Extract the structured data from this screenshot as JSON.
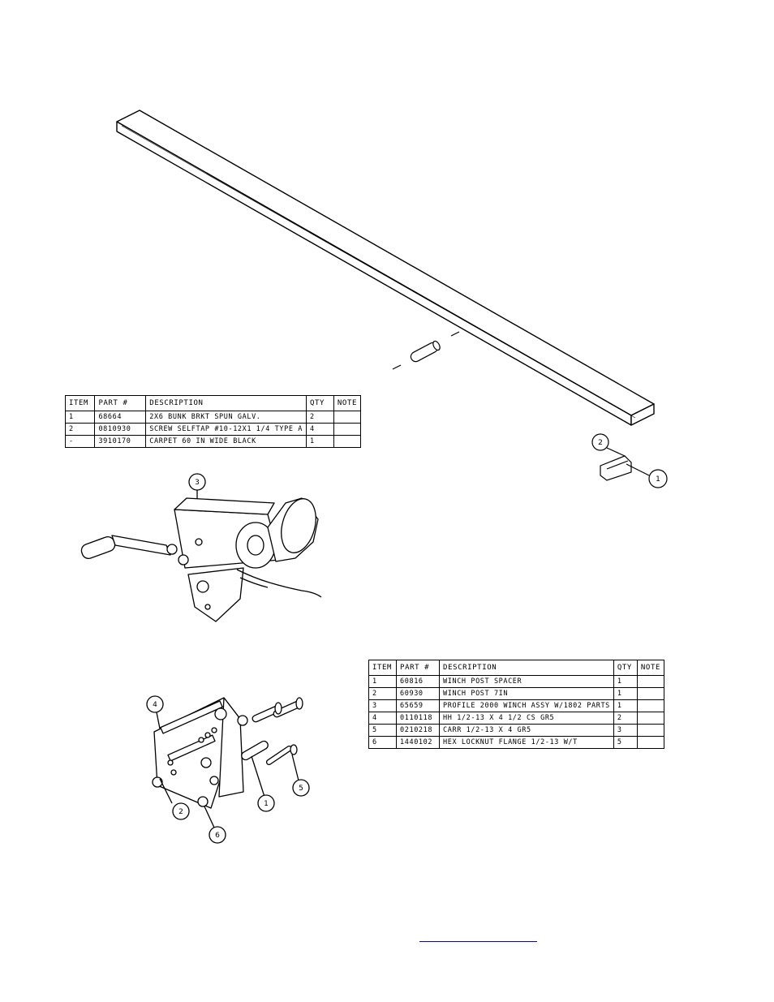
{
  "bom_top": {
    "headers": [
      "ITEM",
      "PART #",
      "DESCRIPTION",
      "QTY",
      "NOTE"
    ],
    "rows": [
      [
        "1",
        "68664",
        "2X6 BUNK BRKT SPUN GALV.",
        "2",
        ""
      ],
      [
        "2",
        "0810930",
        "SCREW SELFTAP #10-12X1 1/4 TYPE A",
        "4",
        ""
      ],
      [
        "-",
        "3910170",
        "CARPET 60 IN WIDE BLACK",
        "1",
        ""
      ]
    ]
  },
  "bom_bottom": {
    "headers": [
      "ITEM",
      "PART #",
      "DESCRIPTION",
      "QTY",
      "NOTE"
    ],
    "rows": [
      [
        "1",
        "60816",
        "WINCH POST SPACER",
        "1",
        ""
      ],
      [
        "2",
        "60930",
        "WINCH POST   7IN",
        "1",
        ""
      ],
      [
        "3",
        "65659",
        "PROFILE 2000 WINCH ASSY W/1802 PARTS",
        "1",
        ""
      ],
      [
        "4",
        "0110118",
        "HH 1/2-13 X 4 1/2 CS GR5",
        "2",
        ""
      ],
      [
        "5",
        "0210218",
        "CARR 1/2-13 X 4 GR5",
        "3",
        ""
      ],
      [
        "6",
        "1440102",
        "HEX LOCKNUT FLANGE 1/2-13 W/T",
        "5",
        ""
      ]
    ]
  },
  "callouts": {
    "bunk_bracket_screw": "2",
    "bunk_bracket": "1",
    "winch_assy": "3",
    "bolt_hh": "4",
    "winch_post": "2",
    "locknut": "6",
    "spacer": "1",
    "carriage_bolt": "5"
  },
  "colors": {
    "link": "#0000ee"
  }
}
